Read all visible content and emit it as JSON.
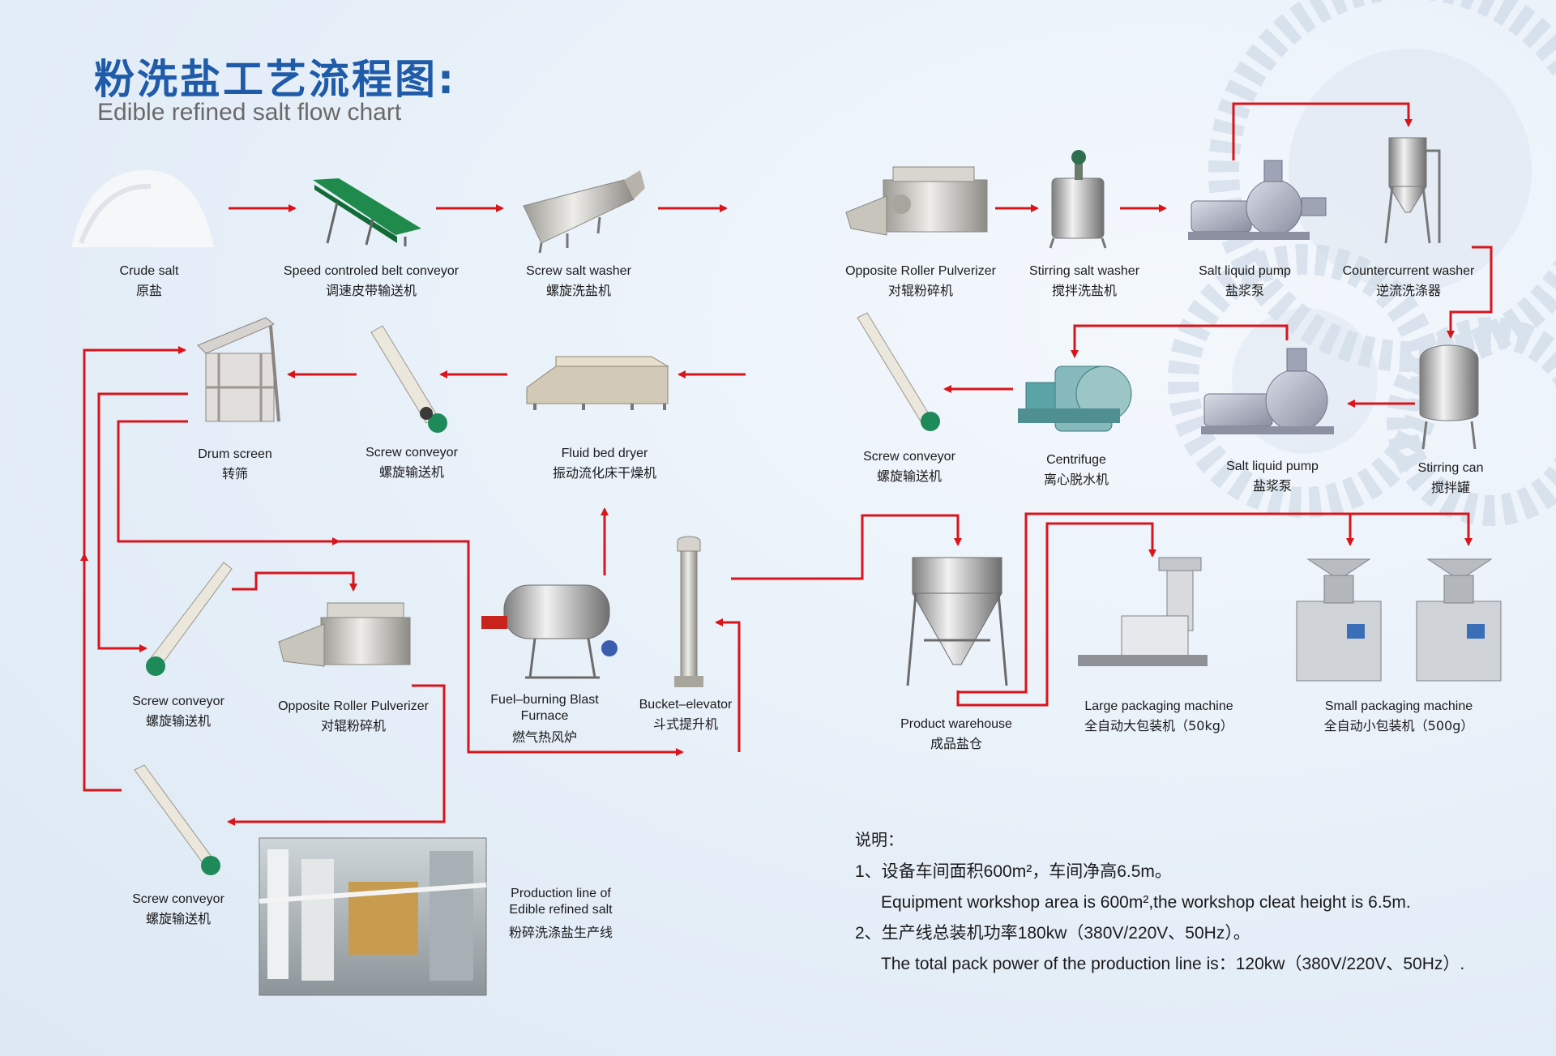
{
  "title": {
    "cn": "粉洗盐工艺流程图:",
    "en": "Edible refined salt flow chart"
  },
  "nodes": {
    "crude_salt": {
      "en": "Crude salt",
      "cn": "原盐"
    },
    "belt_conveyor": {
      "en": "Speed controled belt conveyor",
      "cn": "调速皮带输送机"
    },
    "screw_salt_washer": {
      "en": "Screw salt washer",
      "cn": "螺旋洗盐机"
    },
    "pulverizer_top": {
      "en": "Opposite Roller Pulverizer",
      "cn": "对辊粉碎机"
    },
    "stirring_washer": {
      "en": "Stirring salt washer",
      "cn": "搅拌洗盐机"
    },
    "pump_top": {
      "en": "Salt liquid pump",
      "cn": "盐浆泵"
    },
    "countercurrent": {
      "en": "Countercurrent washer",
      "cn": "逆流洗涤器"
    },
    "drum_screen": {
      "en": "Drum screen",
      "cn": "转筛"
    },
    "screw_conveyor_mid": {
      "en": "Screw conveyor",
      "cn": "螺旋输送机"
    },
    "fluid_dryer": {
      "en": "Fluid bed dryer",
      "cn": "振动流化床干燥机"
    },
    "screw_conveyor_right": {
      "en": "Screw conveyor",
      "cn": "螺旋输送机"
    },
    "centrifuge": {
      "en": "Centrifuge",
      "cn": "离心脱水机"
    },
    "pump_mid": {
      "en": "Salt liquid pump",
      "cn": "盐浆泵"
    },
    "stirring_can": {
      "en": "Stirring can",
      "cn": "搅拌罐"
    },
    "screw_conveyor_left": {
      "en": "Screw conveyor",
      "cn": "螺旋输送机"
    },
    "pulverizer_low": {
      "en": "Opposite Roller Pulverizer",
      "cn": "对辊粉碎机"
    },
    "furnace": {
      "en": "Fuel–burning Blast Furnace",
      "cn": "燃气热风炉"
    },
    "bucket_elevator": {
      "en": "Bucket–elevator",
      "cn": "斗式提升机"
    },
    "warehouse": {
      "en": "Product warehouse",
      "cn": "成品盐仓"
    },
    "large_pack": {
      "en": "Large packaging machine",
      "cn": "全自动大包装机（50kg）"
    },
    "small_pack": {
      "en": "Small packaging machine",
      "cn": "全自动小包装机（500g）"
    },
    "screw_conveyor_bottom": {
      "en": "Screw conveyor",
      "cn": "螺旋输送机"
    }
  },
  "photo": {
    "caption_en": "Production line of Edible refined salt",
    "caption_cn": "粉碎洗涤盐生产线"
  },
  "notes": {
    "title": "说明：",
    "item1_cn": "1、设备车间面积600m²，车间净高6.5m。",
    "item1_en": "Equipment workshop area is 600m²,the workshop cleat height is 6.5m.",
    "item2_cn": "2、生产线总装机功率180kw（380V/220V、50Hz）。",
    "item2_en": "The total pack power of the production line is：120kw（380V/220V、50Hz）."
  },
  "colors": {
    "arrow": "#d9141b",
    "title_cn": "#1f5ba8",
    "title_en": "#6a6a6a",
    "metal": "#c9c6c0",
    "belt_green": "#1f8a4c",
    "motor_green": "#1e8a5a",
    "centrifuge_teal": "#5aa3a6",
    "pump_grey": "#9ea3b5"
  }
}
